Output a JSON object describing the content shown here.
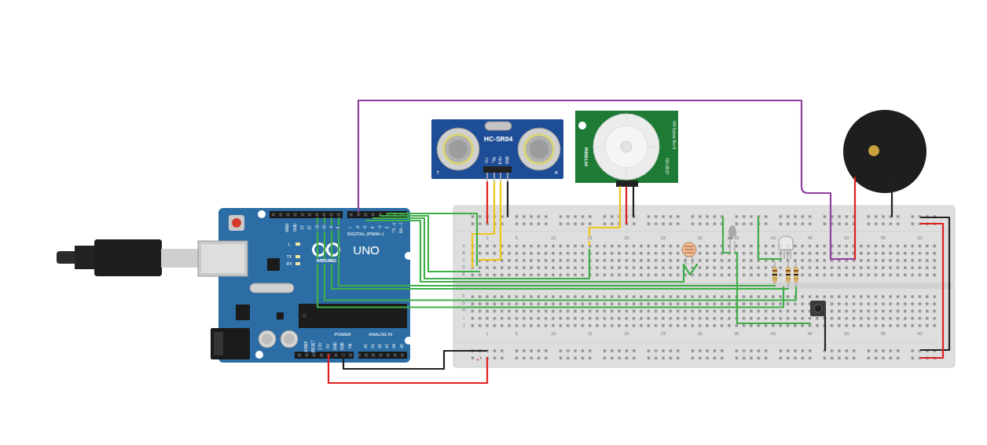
{
  "diagram": {
    "nodes": [
      {
        "text": [
          "UNO",
          "ARDUINO",
          "DIGITAL (PWM~)",
          "POWER",
          "ANALOG IN"
        ]
      },
      {
        "text": [
          "HC-SR04"
        ]
      },
      {
        "text": [
          "PIR Sensor Rev B",
          "555-28027",
          "PARALLAX"
        ]
      }
    ],
    "labels": [
      "T",
      "R",
      "Vcc",
      "Trig",
      "Echo",
      "GND",
      "AREF",
      "GND",
      "13",
      "12",
      "~11",
      "~10",
      "~9",
      "8",
      "7",
      "~6",
      "~5",
      "4",
      "~3",
      "2",
      "TX→1",
      "RX←0",
      "IOREF",
      "RESET",
      "3.3V",
      "5V",
      "GND",
      "GND",
      "Vin",
      "A0",
      "A1",
      "A2",
      "A3",
      "A4",
      "A5",
      "L",
      "TX",
      "RX",
      "1",
      "5",
      "10",
      "15",
      "20",
      "25",
      "30",
      "35",
      "40",
      "45",
      "50",
      "55",
      "60",
      "A",
      "B",
      "C",
      "D",
      "E",
      "F",
      "G",
      "H",
      "I",
      "J",
      "1",
      "5",
      "10",
      "15",
      "20",
      "25",
      "30",
      "35",
      "40",
      "45",
      "50",
      "55",
      "60",
      "+"
    ]
  }
}
